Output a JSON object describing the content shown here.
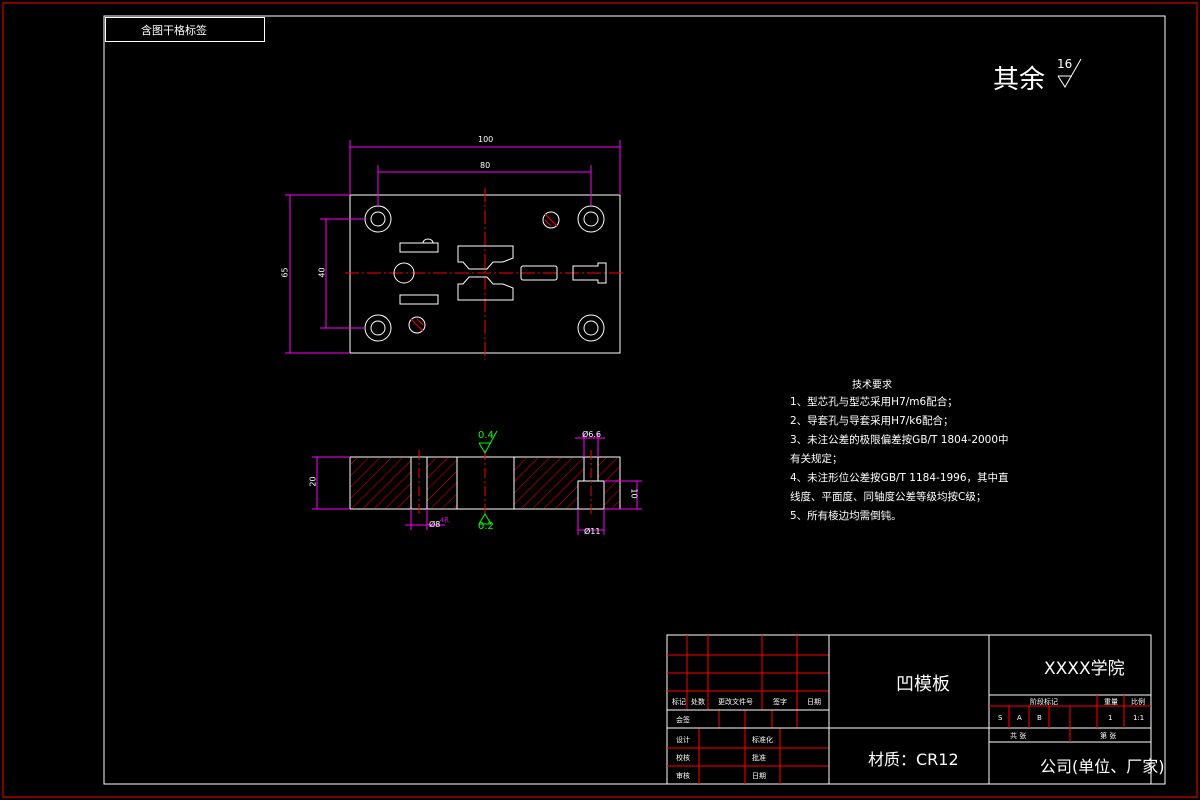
{
  "sheet": {
    "corner_label": "含图干格标签",
    "roughness_note": "其余",
    "roughness_value": "16"
  },
  "dimensions": {
    "width_100": "100",
    "hole_spacing_80": "80",
    "height_65": "65",
    "hole_spacing_40": "40",
    "thickness_20": "20",
    "dia_6_6": "Ø6.6",
    "dia_11": "Ø11",
    "depth_10": "10",
    "dia_8": "Ø8",
    "roughness_top": "0.4",
    "roughness_bottom": "0.2",
    "small_label": "4孔"
  },
  "technical_requirements": {
    "title": "技术要求",
    "items": [
      "1、型芯孔与型芯采用H7/m6配合；",
      "2、导套孔与导套采用H7/k6配合；",
      "3、未注公差的极限偏差按GB/T  1804-2000中",
      "     有关规定；",
      "4、未注形位公差按GB/T  1184-1996，其中直",
      "     线度、平面度、同轴度公差等级均按C级；",
      "5、所有棱边均需倒钝。"
    ]
  },
  "title_block": {
    "part_name": "凹模板",
    "material": "材质：CR12",
    "school": "XXXX学院",
    "company": "公司(单位、厂家)",
    "headers": [
      "标记",
      "处数",
      "更改文件号",
      "签字",
      "日期"
    ],
    "rows": [
      "会签",
      "设计",
      "校核",
      "审核"
    ],
    "mid_labels": [
      "标准化",
      "批准",
      "日期"
    ],
    "stage_labels": [
      "阶段标记",
      "重量",
      "比例"
    ],
    "stage_values": [
      "S",
      "A",
      "B",
      "1",
      "1:1"
    ],
    "sheet_labels": [
      "共  张",
      "第  张"
    ]
  },
  "colors": {
    "outline": "#ffffff",
    "dimension": "#ff00ff",
    "centerline": "#ff0000",
    "border": "#ff0000",
    "roughness": "#00ff00",
    "hatch": "#ff0000",
    "title_grid": "#ff0000"
  }
}
